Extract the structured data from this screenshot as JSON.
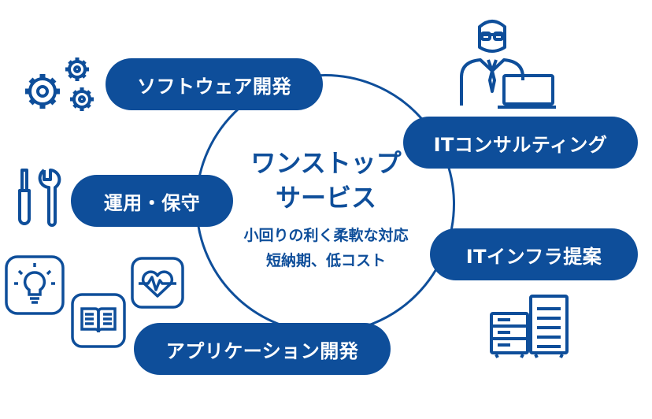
{
  "center": {
    "title_line1": "ワンストップ",
    "title_line2": "サービス",
    "sub_line1": "小回りの利く柔軟な対応",
    "sub_line2": "短納期、低コスト"
  },
  "services": {
    "software": "ソフトウェア開発",
    "operation": "運用・保守",
    "application": "アプリケーション開発",
    "consulting": "ITコンサルティング",
    "infra": "ITインフラ提案"
  },
  "colors": {
    "primary": "#0e4e9a",
    "background": "#ffffff"
  },
  "icons": [
    "gears-icon",
    "tools-icon",
    "lightbulb-icon",
    "book-icon",
    "heartbeat-icon",
    "consultant-icon",
    "server-icon"
  ]
}
